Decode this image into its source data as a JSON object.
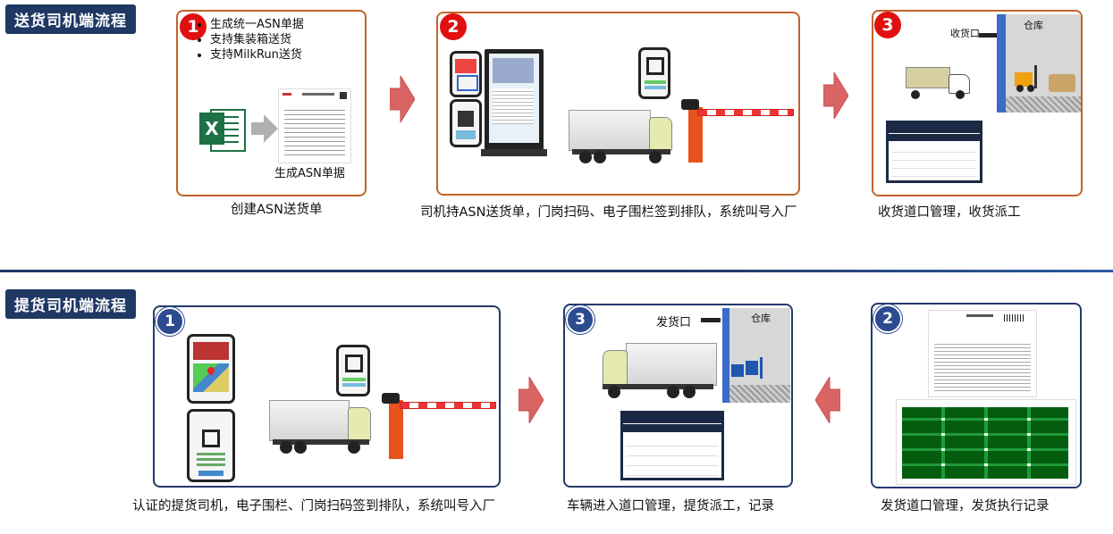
{
  "sections": {
    "delivery_title": "送货司机端流程",
    "pickup_title": "提货司机端流程"
  },
  "delivery": {
    "step1": {
      "num": "1",
      "bullets": [
        "生成统一ASN单据",
        "支持集装箱送货",
        "支持MilkRun送货"
      ],
      "doc_label": "生成ASN单据",
      "caption": "创建ASN送货单"
    },
    "step2": {
      "num": "2",
      "caption": "司机持ASN送货单，门岗扫码、电子围栏签到排队，系统叫号入厂"
    },
    "step3": {
      "num": "3",
      "dock_label": "收货口",
      "warehouse_label": "仓库",
      "caption": "收货道口管理，收货派工"
    }
  },
  "pickup": {
    "step1": {
      "num": "1",
      "caption": "认证的提货司机，电子围栏、门岗扫码签到排队，系统叫号入厂"
    },
    "step3": {
      "num": "3",
      "dock_label": "发货口",
      "warehouse_label": "仓库",
      "caption": "车辆进入道口管理，提货派工，记录"
    },
    "step2": {
      "num": "2",
      "caption": "发货道口管理，发货执行记录"
    }
  },
  "colors": {
    "section_bg": "#1f3864",
    "orange_border": "#c0642a",
    "navy_border": "#243a6b",
    "badge_red": "#e01010",
    "badge_navy": "#2d4b8f",
    "arrow": "#e07070"
  }
}
